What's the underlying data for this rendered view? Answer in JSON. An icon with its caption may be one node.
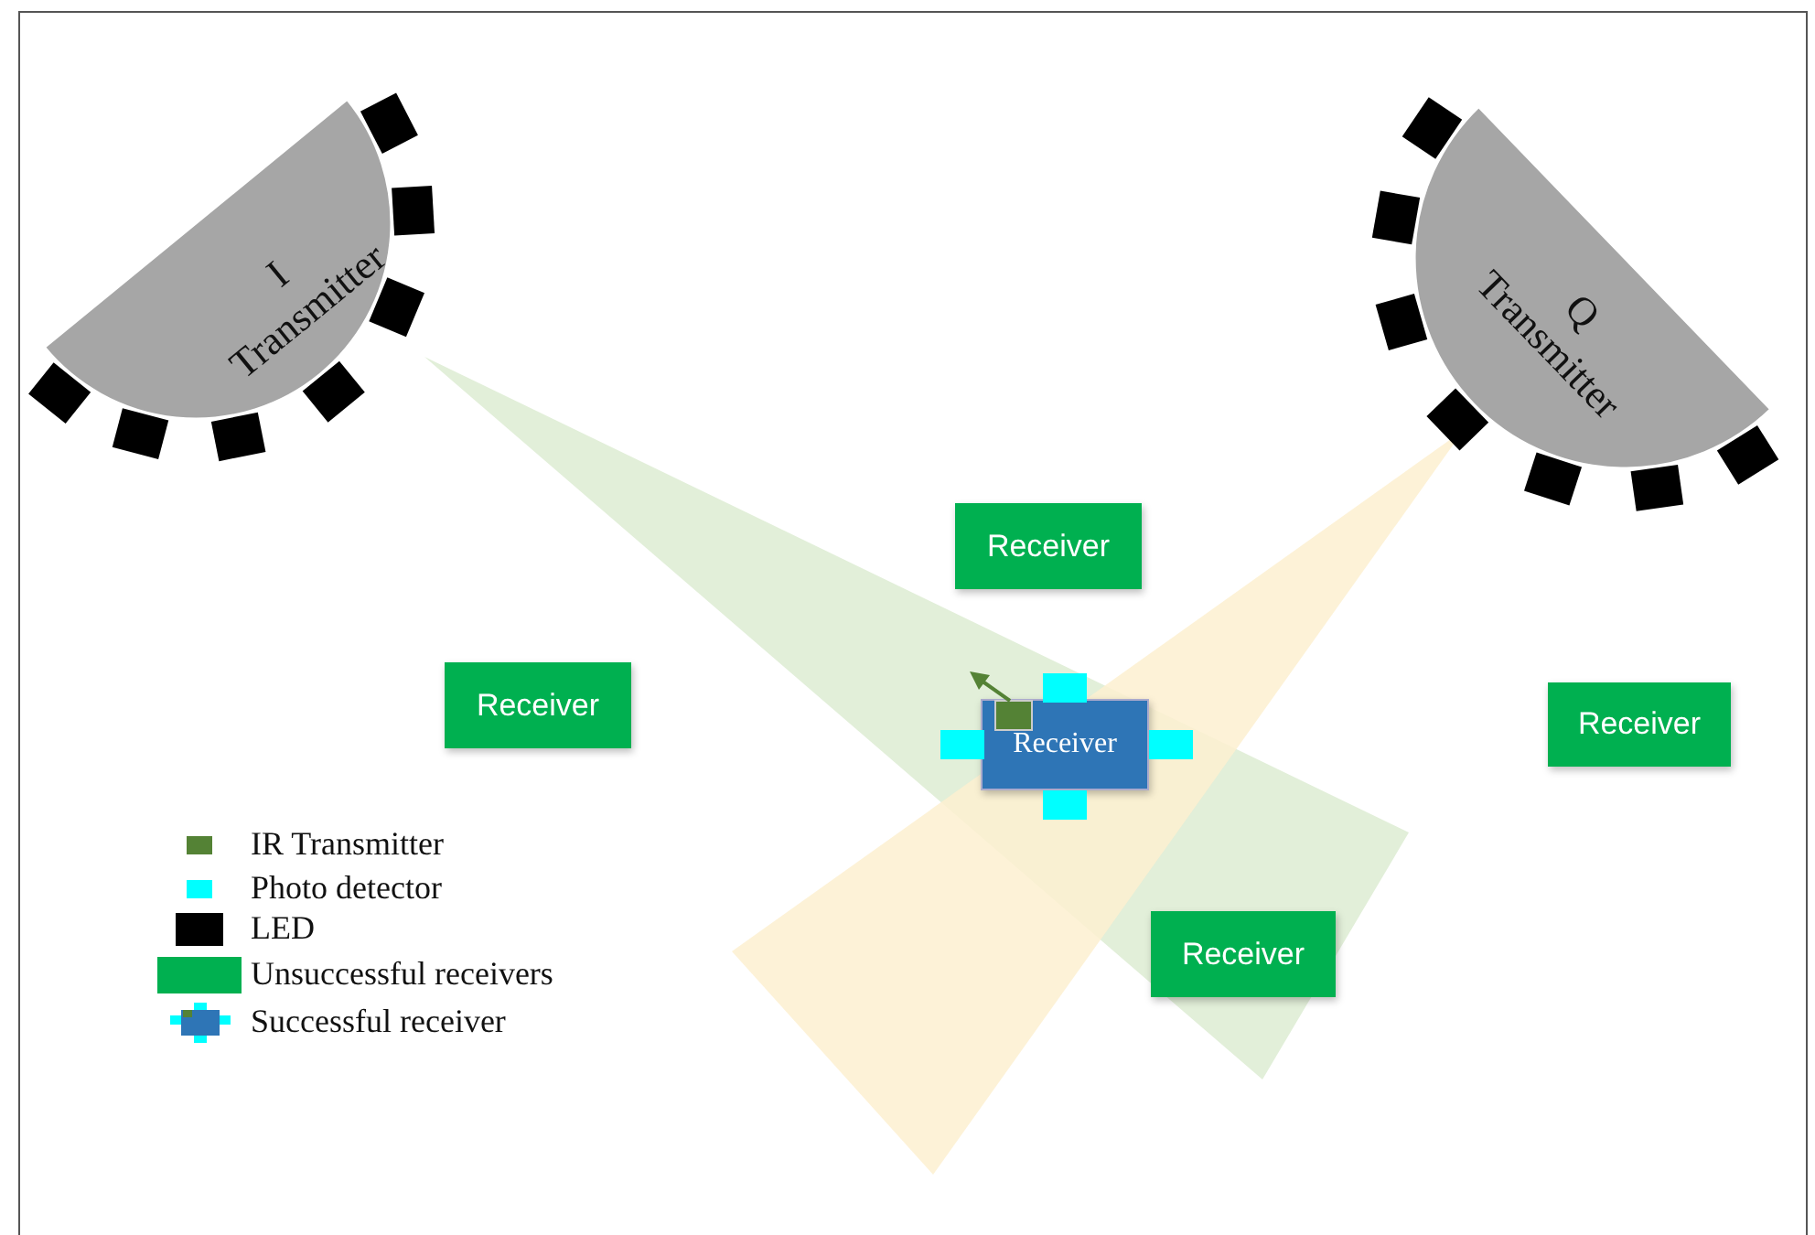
{
  "diagram": {
    "nodes": [
      {
        "text": [
          "I Transmitter"
        ]
      },
      {
        "text": [
          "Q Transmitter"
        ]
      },
      {
        "text": [
          "Receiver"
        ]
      },
      {
        "text": [
          "Receiver"
        ]
      },
      {
        "text": [
          "Receiver"
        ]
      },
      {
        "text": [
          "Receiver"
        ]
      },
      {
        "text": [
          "Receiver"
        ]
      }
    ],
    "legend": [
      {
        "text": "IR Transmitter",
        "color": "#548235"
      },
      {
        "text": "Photo detector",
        "color": "#00ffff"
      },
      {
        "text": "LED",
        "color": "#000000"
      },
      {
        "text": "Unsuccessful receivers",
        "color": "#00b050"
      },
      {
        "text": "Successful receiver"
      }
    ]
  }
}
